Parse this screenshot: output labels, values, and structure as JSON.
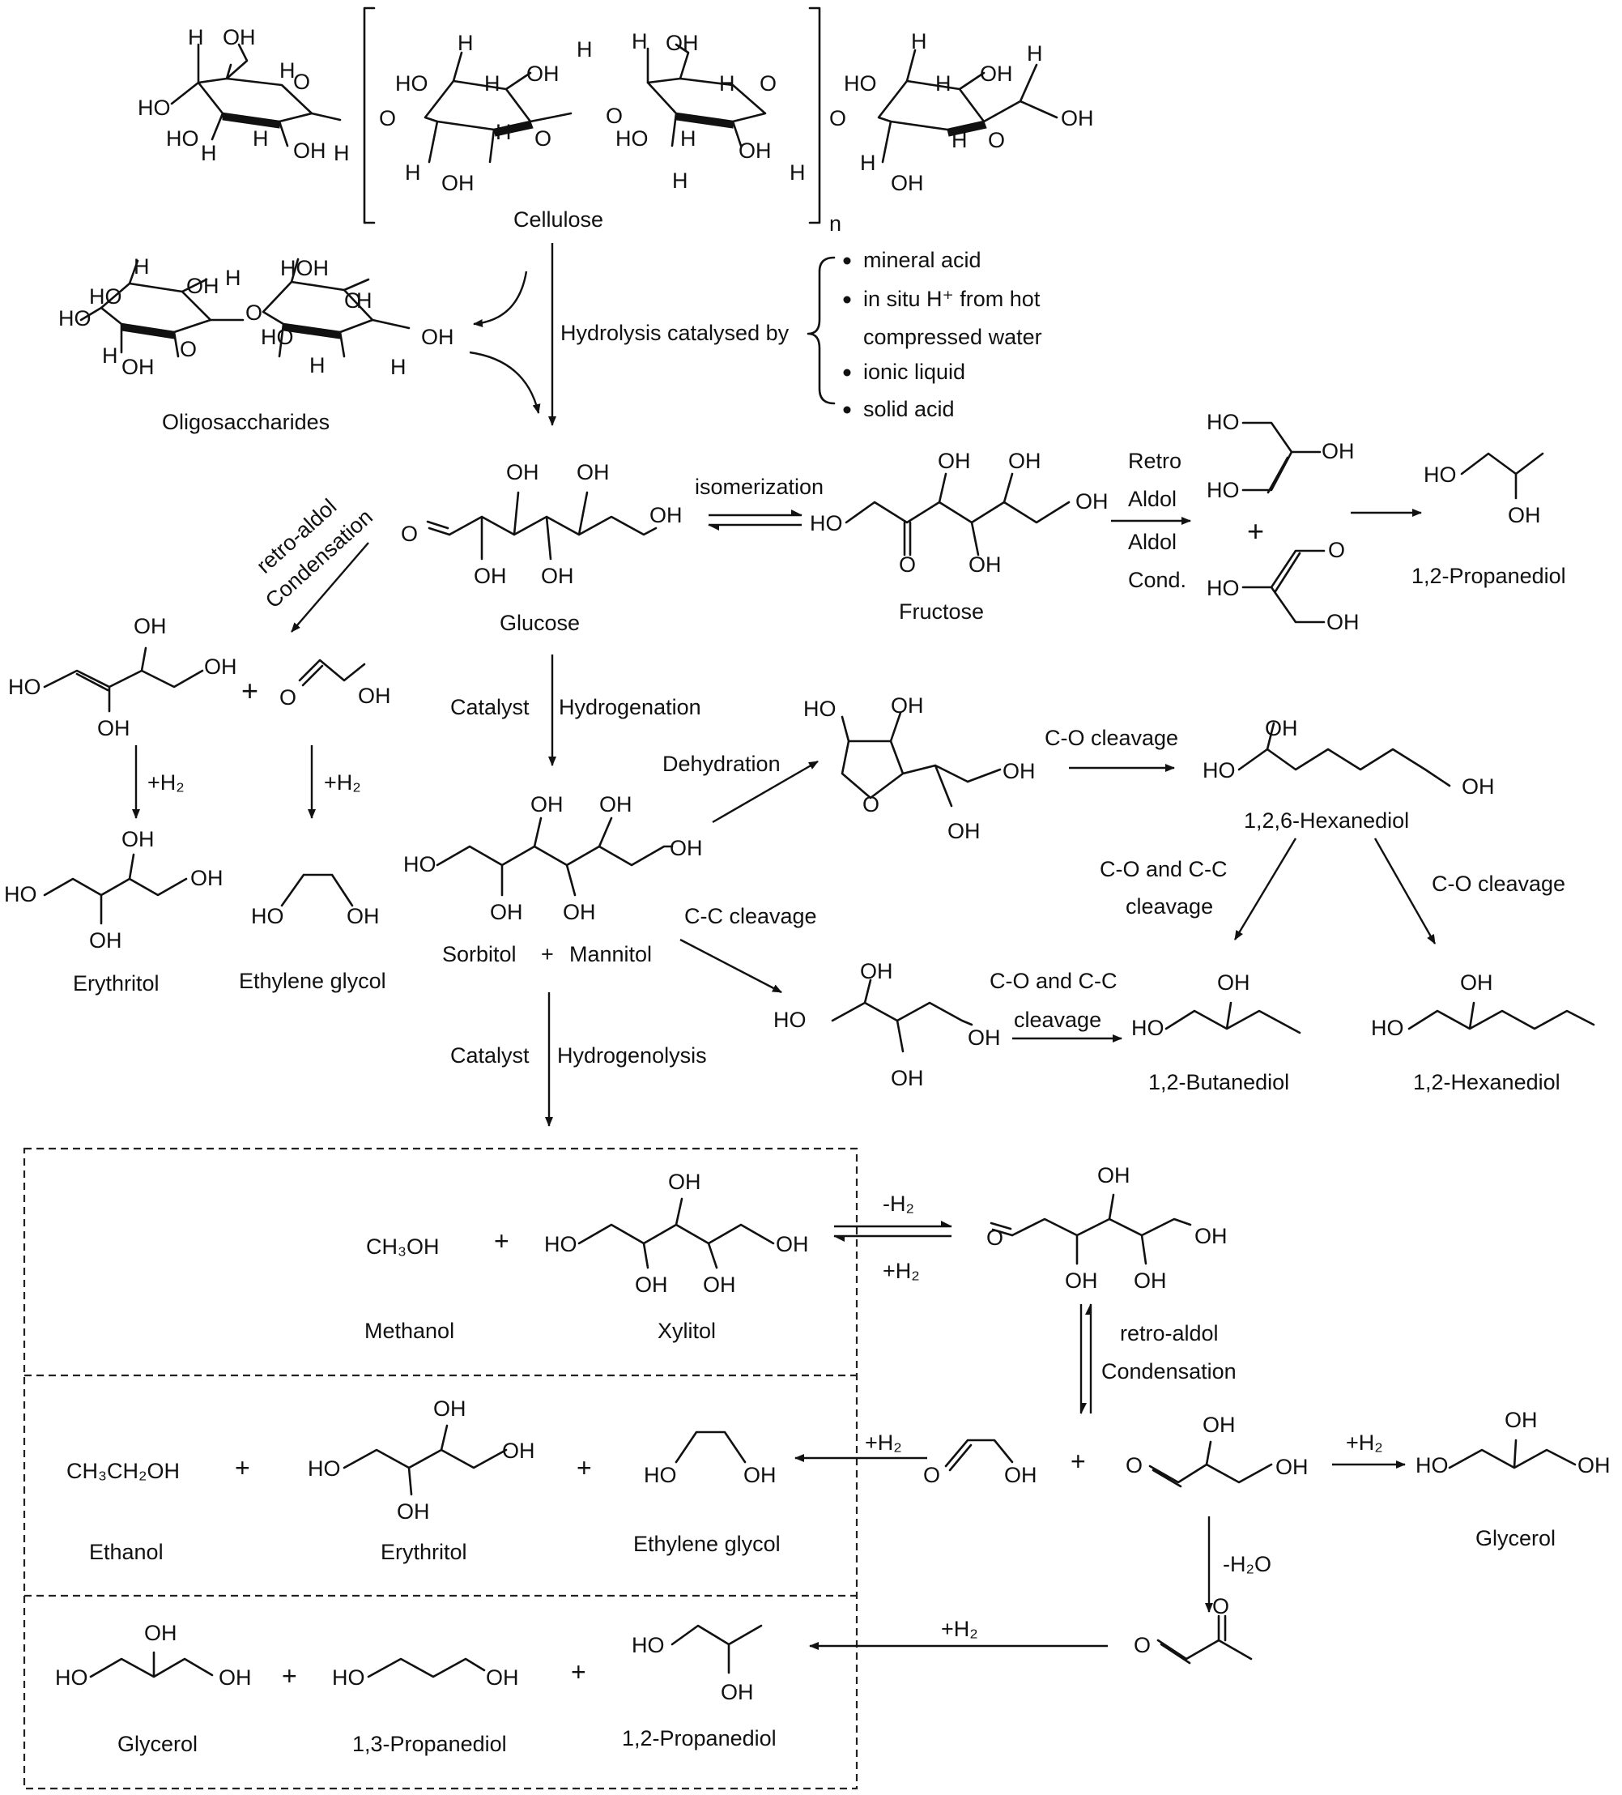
{
  "compounds": {
    "cellulose": "Cellulose",
    "repeat_n": "n",
    "oligosaccharides": "Oligosaccharides",
    "glucose": "Glucose",
    "fructose": "Fructose",
    "propanediol_12": "1,2-Propanediol",
    "erythritol": "Erythritol",
    "ethylene_glycol": "Ethylene glycol",
    "sorbitol": "Sorbitol",
    "plus": "+",
    "mannitol": "Mannitol",
    "hexanetriol_126": "1,2,6-Hexanediol",
    "butanediol_12": "1,2-Butanediol",
    "hexanediol_12": "1,2-Hexanediol",
    "glycerol": "Glycerol",
    "methanol": "Methanol",
    "xylitol": "Xylitol",
    "ethanol": "Ethanol",
    "propanediol_13": "1,3-Propanediol",
    "methanol_formula": "CH₃OH",
    "ethanol_formula": "CH₃CH₂OH"
  },
  "catalysts": {
    "hydrolysis": "Hydrolysis catalysed by",
    "items": [
      "mineral acid",
      "in situ H⁺ from hot",
      "compressed water",
      "ionic liquid",
      "solid acid"
    ]
  },
  "steps": {
    "isomerization": "isomerization",
    "retro": "Retro",
    "aldol": "Aldol",
    "aldol2": "Aldol",
    "cond": "Cond.",
    "retro_aldol": "retro-aldol",
    "condensation": "Condensation",
    "catalyst": "Catalyst",
    "hydrogenation": "Hydrogenation",
    "h2_add": "+H₂",
    "dehydration": "Dehydration",
    "co_cleavage": "C-O cleavage",
    "co_cc_1": "C-O and C-C",
    "cleavage": "cleavage",
    "cc_cleavage": "C-C cleavage",
    "hydrogenolysis": "Hydrogenolysis",
    "minus_h2": "-H₂",
    "minus_h2o": "-H₂O"
  }
}
